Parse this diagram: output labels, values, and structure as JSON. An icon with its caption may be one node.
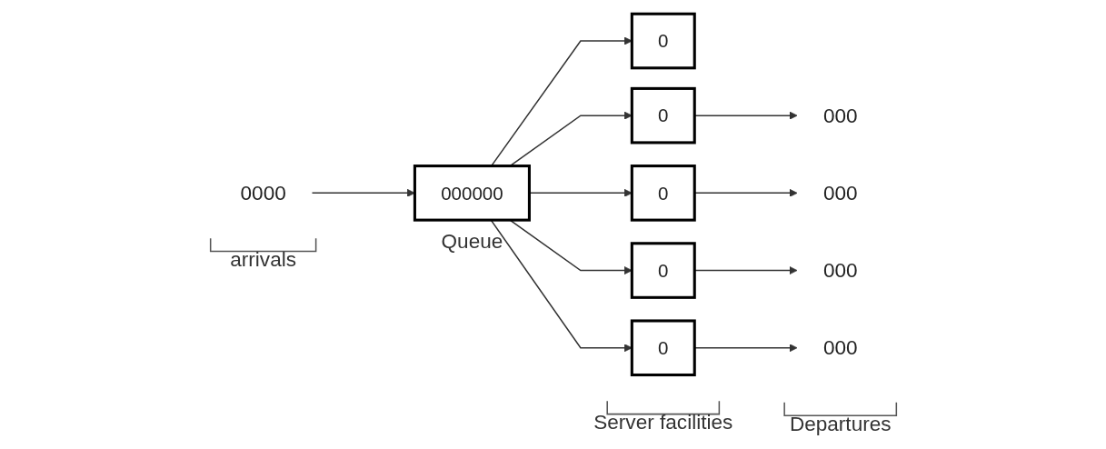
{
  "diagram": {
    "nodes": [
      {
        "text": [
          "0000"
        ],
        "beside": [
          "arrivals"
        ]
      },
      {
        "text": [
          "000000"
        ],
        "beside": [
          "Queue"
        ]
      },
      {
        "text": [
          "0"
        ]
      },
      {
        "text": [
          "0"
        ]
      },
      {
        "text": [
          "0"
        ]
      },
      {
        "text": [
          "0"
        ]
      },
      {
        "text": [
          "0"
        ]
      },
      {
        "text": [
          "000"
        ]
      },
      {
        "text": [
          "000"
        ]
      },
      {
        "text": [
          "000"
        ]
      },
      {
        "text": [
          "000"
        ]
      }
    ],
    "edges": [
      {
        "from": 0,
        "to": 1,
        "arrow": "to"
      },
      {
        "from": 1,
        "to": 2,
        "arrow": "to"
      },
      {
        "from": 1,
        "to": 3,
        "arrow": "to"
      },
      {
        "from": 1,
        "to": 4,
        "arrow": "to"
      },
      {
        "from": 1,
        "to": 5,
        "arrow": "to"
      },
      {
        "from": 1,
        "to": 6,
        "arrow": "to"
      },
      {
        "from": 3,
        "to": 7,
        "arrow": "to"
      },
      {
        "from": 4,
        "to": 8,
        "arrow": "to"
      },
      {
        "from": 5,
        "to": 9,
        "arrow": "to"
      },
      {
        "from": 6,
        "to": 10,
        "arrow": "to"
      }
    ],
    "labels": [
      "Server facilities",
      "Departures"
    ]
  }
}
